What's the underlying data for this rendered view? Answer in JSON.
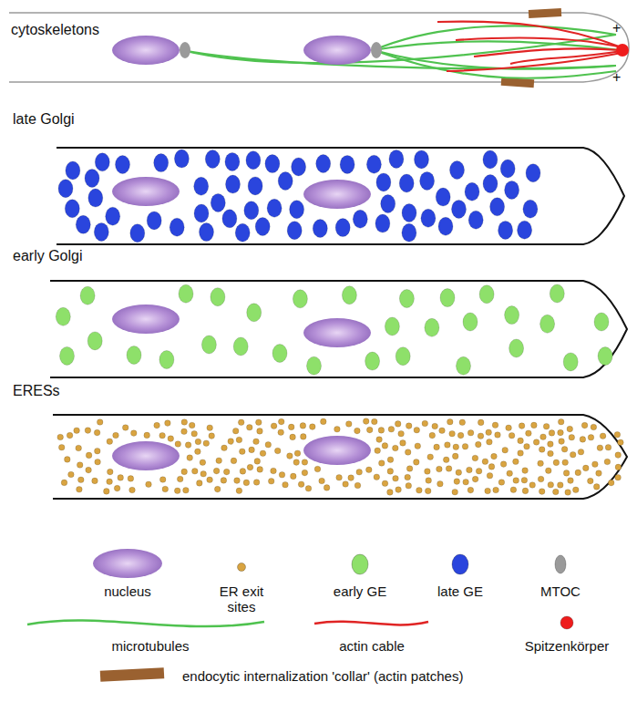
{
  "diagram": {
    "labels": [
      "cytoskeletons",
      "+",
      "+",
      "late Golgi",
      "early Golgi",
      "ERESs"
    ],
    "legend": [
      {
        "text": "nucleus"
      },
      {
        "text": "ER exit sites",
        "color": "#d9a441"
      },
      {
        "text": "early GE",
        "color": "#8ee06a"
      },
      {
        "text": "late GE",
        "color": "#2a45dd"
      },
      {
        "text": "MTOC",
        "color": "#9a9a9a"
      },
      {
        "text": "microtubules"
      },
      {
        "text": "actin cable"
      },
      {
        "text": "Spitzenkörper",
        "color": "#ee1c1c"
      },
      {
        "text": "endocytic internalization 'collar' (actin patches)"
      }
    ]
  }
}
